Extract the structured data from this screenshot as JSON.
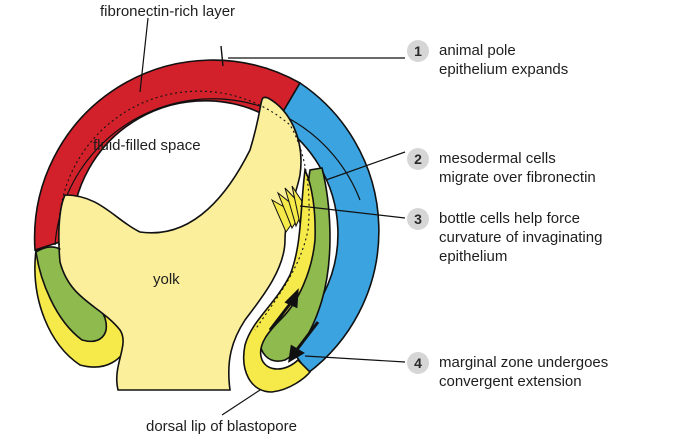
{
  "labels": {
    "top": "fibronectin-rich layer",
    "fluid": "fluid-filled space",
    "yolk": "yolk",
    "bottom": "dorsal lip of blastopore"
  },
  "steps": [
    {
      "num": "1",
      "lines": [
        "animal pole",
        "epithelium expands"
      ]
    },
    {
      "num": "2",
      "lines": [
        "mesodermal cells",
        "migrate over fibronectin"
      ]
    },
    {
      "num": "3",
      "lines": [
        "bottle cells help force",
        "curvature of invaginating",
        "epithelium"
      ]
    },
    {
      "num": "4",
      "lines": [
        "marginal zone undergoes",
        "convergent extension"
      ]
    }
  ],
  "colors": {
    "ectoderm_red": "#d2212b",
    "ectoderm_blue": "#3aa3e0",
    "mesoderm_green": "#8fba4e",
    "endoderm_yellow": "#f6e94a",
    "yolk_fill": "#fbef9c",
    "badge": "#d6d6d6"
  }
}
